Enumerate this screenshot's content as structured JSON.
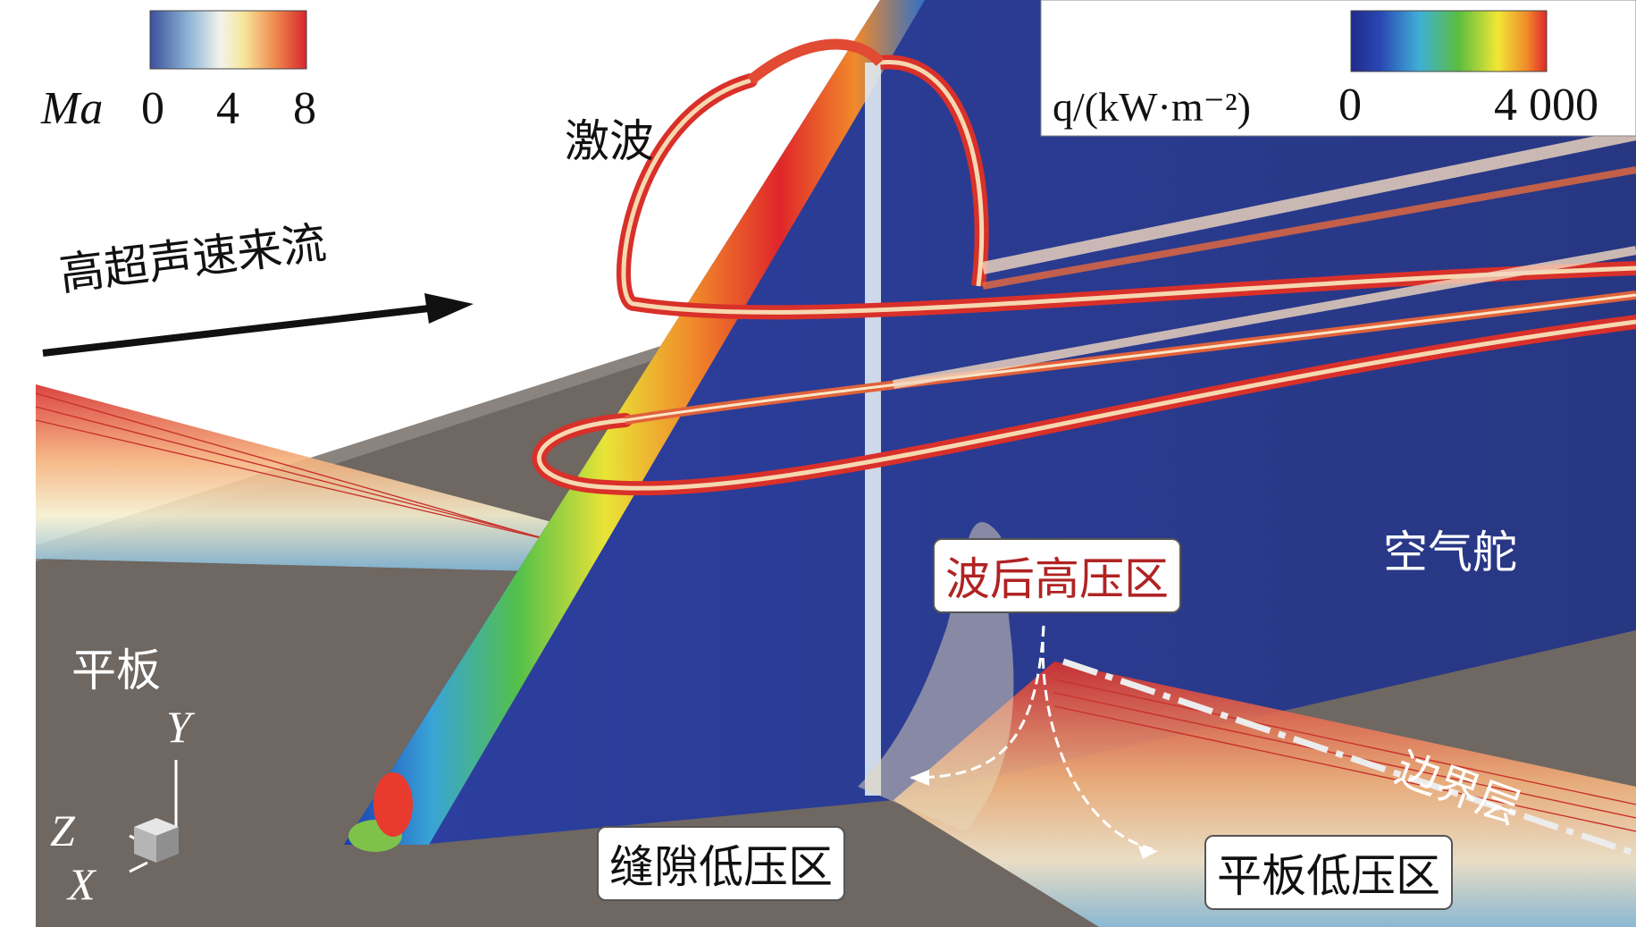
{
  "mach_legend": {
    "symbol": "Ma",
    "ticks": [
      "0",
      "4",
      "8"
    ]
  },
  "heat_legend": {
    "symbol": "q/(kW·m⁻²)",
    "ticks": [
      "0",
      "4 000"
    ]
  },
  "labels": {
    "shock": "激波",
    "freestream": "高超声速来流",
    "rudder": "空气舵",
    "plate": "平板",
    "post_shock_high_pressure": "波后高压区",
    "boundary_layer": "边界层",
    "gap_low_pressure": "缝隙低压区",
    "plate_low_pressure": "平板低压区"
  },
  "axes": {
    "y": "Y",
    "z": "Z",
    "x": "X"
  },
  "colors": {
    "plate": "#6e6762",
    "rudder": "#2b3a8c",
    "label_red": "#b02323"
  }
}
